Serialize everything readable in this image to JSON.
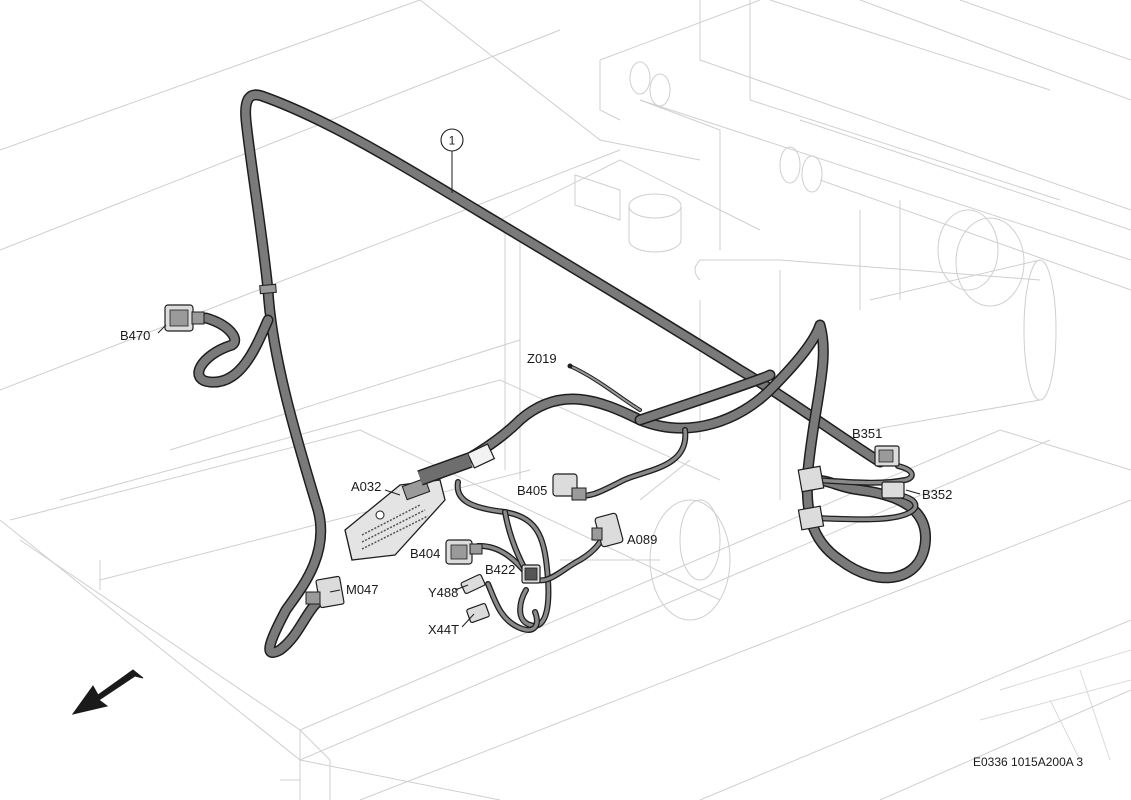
{
  "diagram": {
    "callout_number": "1",
    "doc_reference": "E0336 1015A200A 3",
    "components": [
      {
        "id": "b470",
        "label": "B470"
      },
      {
        "id": "z019",
        "label": "Z019"
      },
      {
        "id": "a032",
        "label": "A032"
      },
      {
        "id": "b405",
        "label": "B405"
      },
      {
        "id": "b404",
        "label": "B404"
      },
      {
        "id": "b422",
        "label": "B422"
      },
      {
        "id": "a089",
        "label": "A089"
      },
      {
        "id": "y488",
        "label": "Y488"
      },
      {
        "id": "m047",
        "label": "M047"
      },
      {
        "id": "x44t",
        "label": "X44T"
      },
      {
        "id": "b351",
        "label": "B351"
      },
      {
        "id": "b352",
        "label": "B352"
      }
    ],
    "colors": {
      "harness_outline": "#1e1e1e",
      "harness_fill": "#7a7a7a",
      "background_lines": "#cfcfcf",
      "connector_fill": "#dcdcdc"
    },
    "icons": [
      "direction-arrow-icon"
    ]
  }
}
